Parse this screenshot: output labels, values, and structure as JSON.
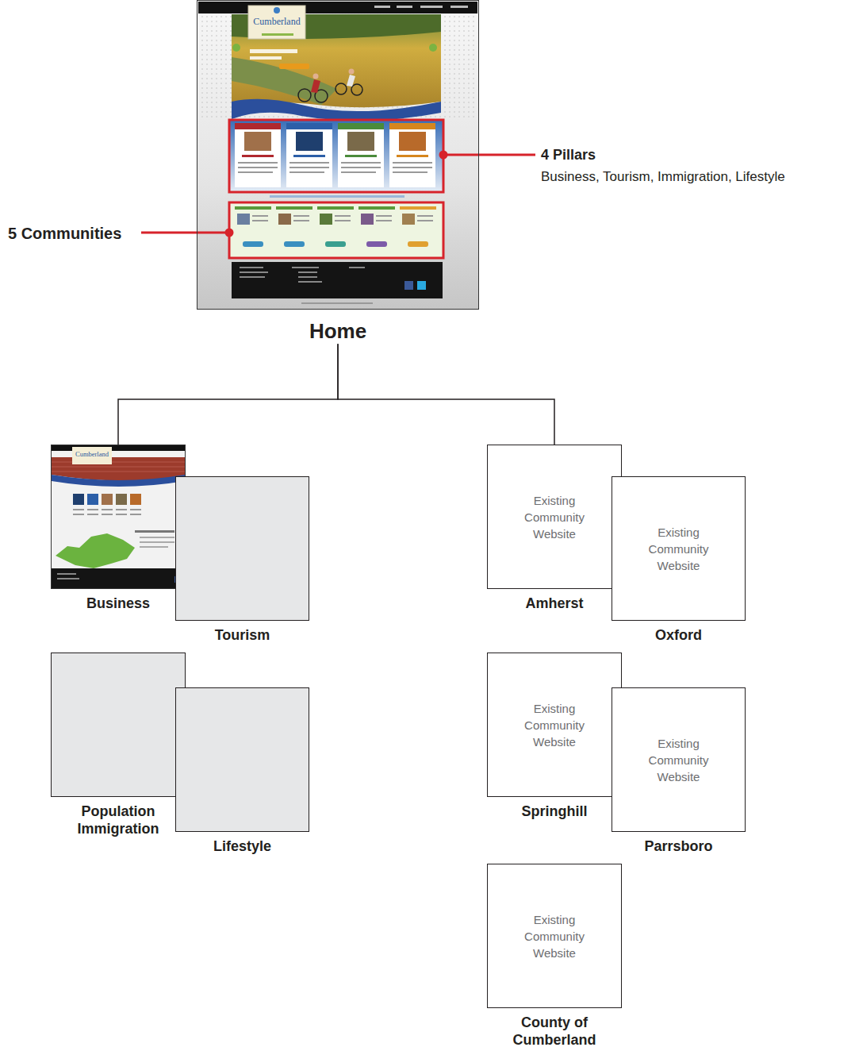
{
  "diagram": {
    "nodes": [
      {
        "text": [
          "Home"
        ]
      },
      {
        "text": [
          "Business"
        ]
      },
      {
        "text": [
          "Tourism"
        ]
      },
      {
        "text": [
          "Population Immigration"
        ]
      },
      {
        "text": [
          "Lifestyle"
        ]
      },
      {
        "text": [
          "Existing Community Website",
          "Amherst"
        ]
      },
      {
        "text": [
          "Existing Community Website",
          "Oxford"
        ]
      },
      {
        "text": [
          "Existing Community Website",
          "Springhill"
        ]
      },
      {
        "text": [
          "Existing Community Website",
          "Parrsboro"
        ]
      },
      {
        "text": [
          "Existing Community Website",
          "County of Cumberland"
        ]
      }
    ],
    "edges": [
      {
        "from": 0,
        "to": 1,
        "arrow": "none"
      },
      {
        "from": 0,
        "to": 5,
        "arrow": "none"
      }
    ],
    "labels": [
      "4 Pillars",
      "Business, Tourism, Immigration, Lifestyle",
      "5 Communities",
      "Cumberland",
      "Cumberland"
    ]
  }
}
